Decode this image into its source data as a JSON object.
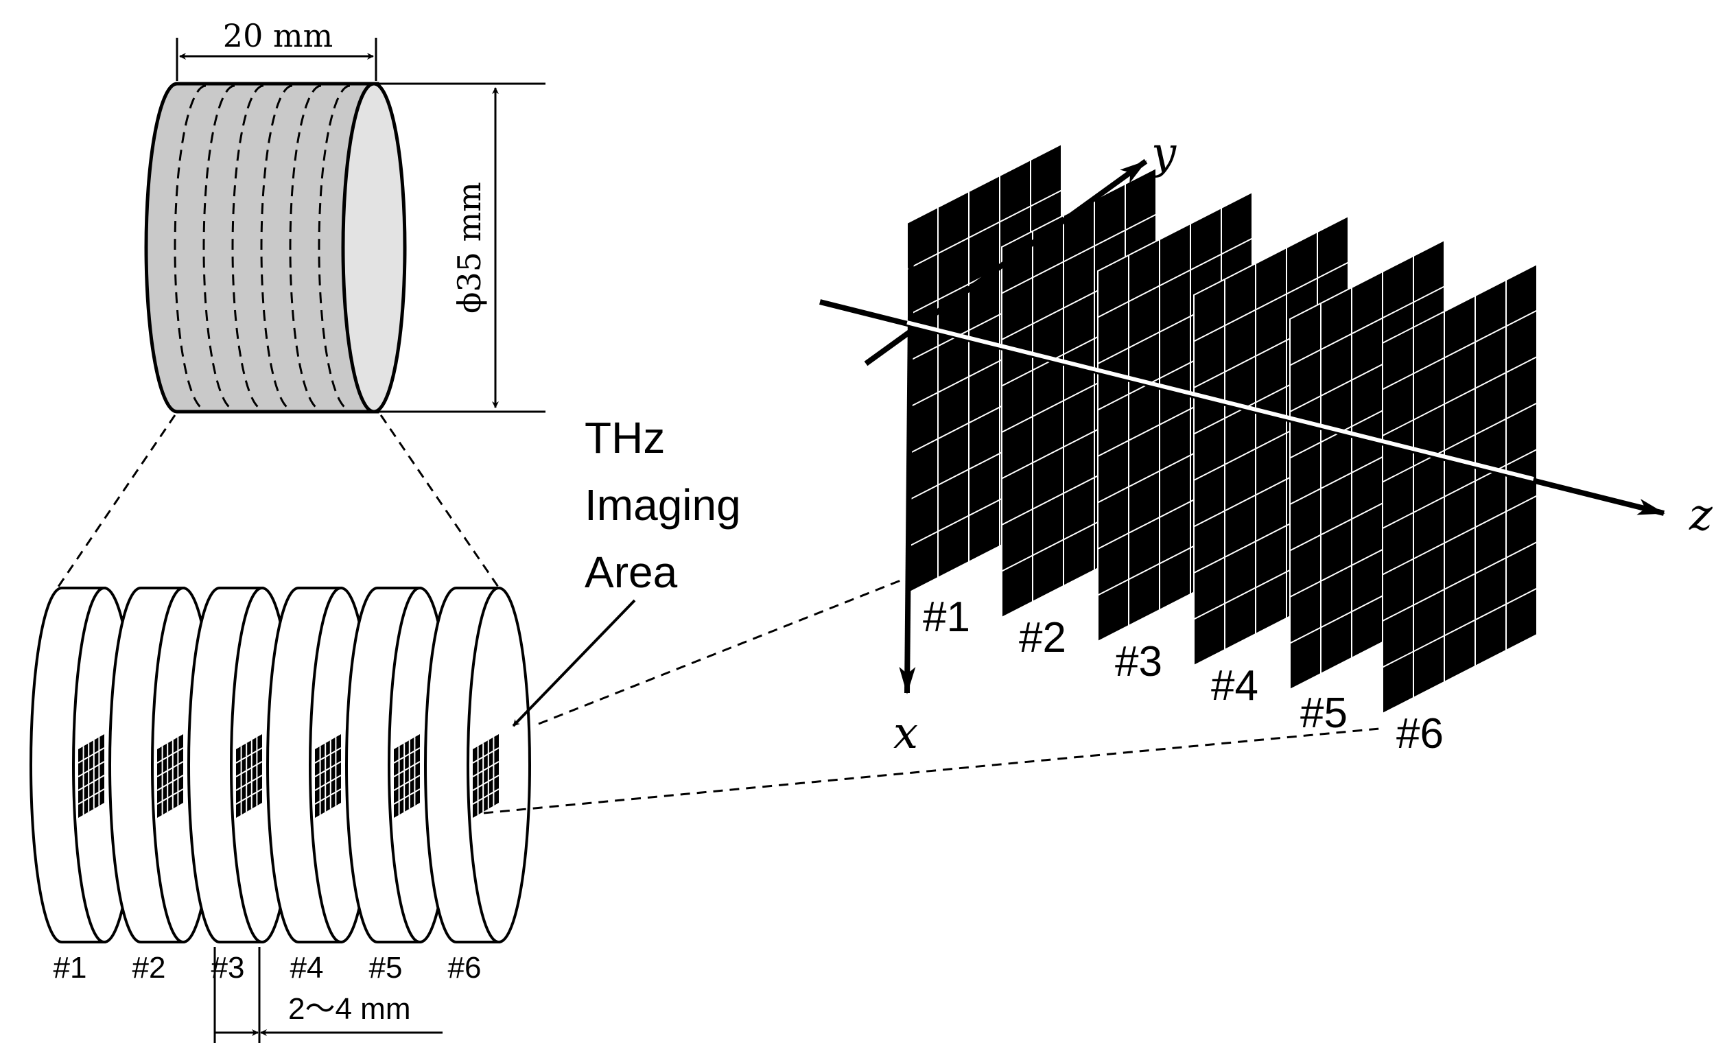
{
  "cylinder": {
    "length_label": "20 mm",
    "diameter_label": "ϕ35 mm"
  },
  "imaging_area_label": [
    "THz",
    "Imaging",
    "Area"
  ],
  "slices": {
    "labels": [
      "#1",
      "#2",
      "#3",
      "#4",
      "#5",
      "#6"
    ],
    "spacing_label": "2～4 mm"
  },
  "axes": {
    "x": "x",
    "y": "y",
    "z": "z"
  },
  "planes": {
    "labels": [
      "#1",
      "#2",
      "#3",
      "#4",
      "#5",
      "#6"
    ]
  }
}
